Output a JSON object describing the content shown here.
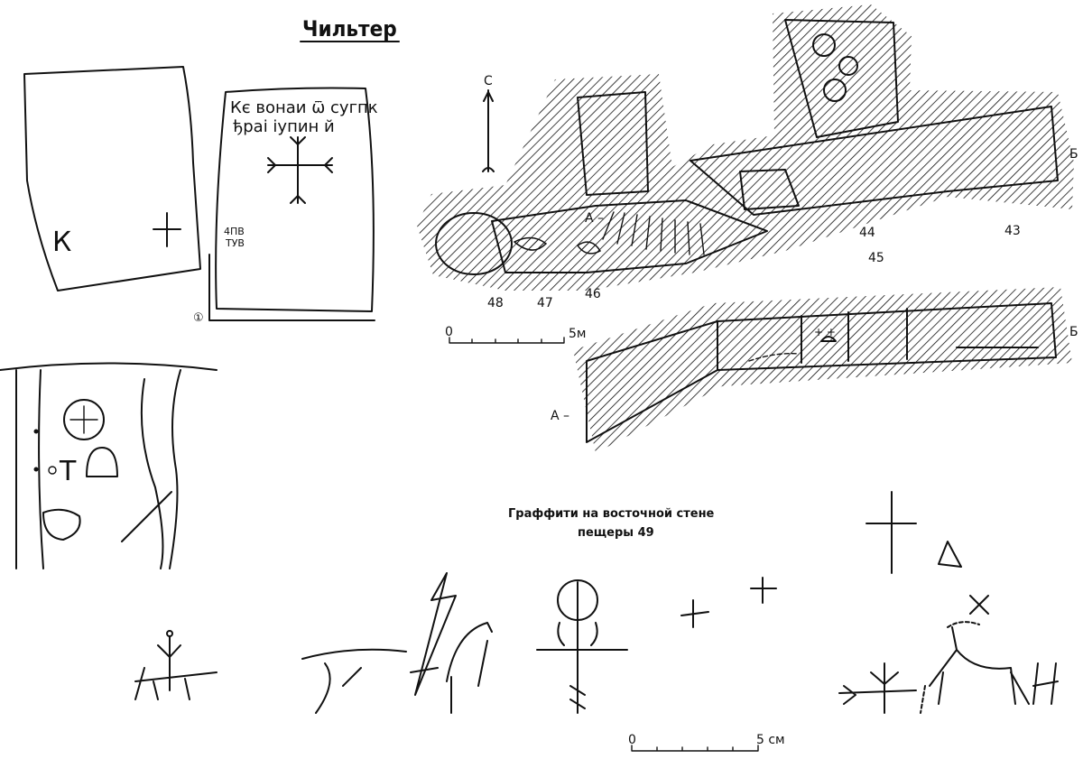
{
  "title": "Чильтер",
  "stone_left": {
    "letter": "К"
  },
  "stone_right": {
    "inscription_line1": "Кє вонаи ѿ сугпк",
    "inscription_line2": "ђраі іупин й",
    "mark_line1": "4ПВ",
    "mark_line2": "ТУВ",
    "figure_number": "①"
  },
  "slab": {
    "letter": "Т"
  },
  "plan": {
    "north": "С",
    "section_a": "А –",
    "section_b": "Б",
    "rooms": [
      "48",
      "47",
      "46",
      "44",
      "45",
      "43"
    ],
    "scale_start": "0",
    "scale_end": "5м"
  },
  "section": {
    "section_a": "А –",
    "section_b": "Б"
  },
  "graffiti": {
    "caption_line1": "Граффити на восточной стене",
    "caption_line2": "пещеры 49",
    "scale_start": "0",
    "scale_end": "5 см"
  }
}
